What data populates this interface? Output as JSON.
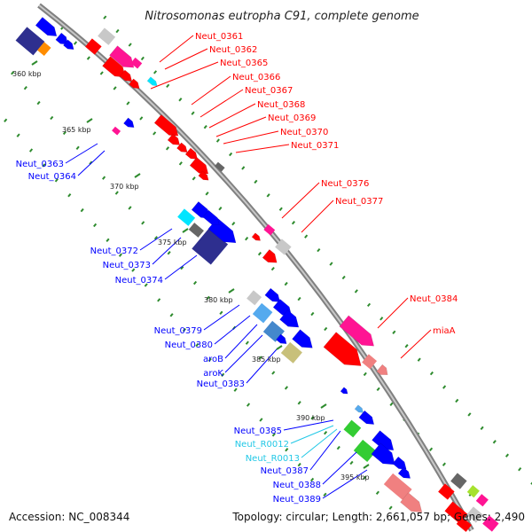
{
  "title": "Nitrosomonas eutropha C91, complete genome",
  "accession": "Accession: NC_008344",
  "topology": "Topology: circular; Length: 2,661,057 bp; Genes: 2,490",
  "ticks": [
    "360 kbp",
    "365 kbp",
    "370 kbp",
    "375 kbp",
    "380 kbp",
    "385 kbp",
    "390 kbp",
    "395 kbp"
  ],
  "colors": {
    "red": "#ff0000",
    "blue": "#0000ff",
    "navy": "#2e2f8f",
    "pink": "#ff1493",
    "lightgray": "#c8c8c8",
    "gray": "#666666",
    "cyan": "#00e5ff",
    "salmon": "#f08080",
    "green": "#33cc33",
    "orange": "#ff8c00",
    "khaki": "#c8c07a",
    "skyblue": "#55aaee",
    "backbone": "#808080",
    "dot": "#2e8b2e"
  },
  "red_labels": [
    "Neut_0361",
    "Neut_0362",
    "Neut_0365",
    "Neut_0366",
    "Neut_0367",
    "Neut_0368",
    "Neut_0369",
    "Neut_0370",
    "Neut_0371",
    "Neut_0376",
    "Neut_0377",
    "Neut_0384",
    "miaA"
  ],
  "blue_labels": [
    "Neut_0363",
    "Neut_0364",
    "Neut_0372",
    "Neut_0373",
    "Neut_0374",
    "Neut_0379",
    "Neut_0380",
    "aroB",
    "aroK",
    "Neut_0383",
    "Neut_0385",
    "Neut_0387",
    "Neut_0388",
    "Neut_0389"
  ],
  "cyan_labels": [
    "Neut_R0012",
    "Neut_R0013"
  ]
}
